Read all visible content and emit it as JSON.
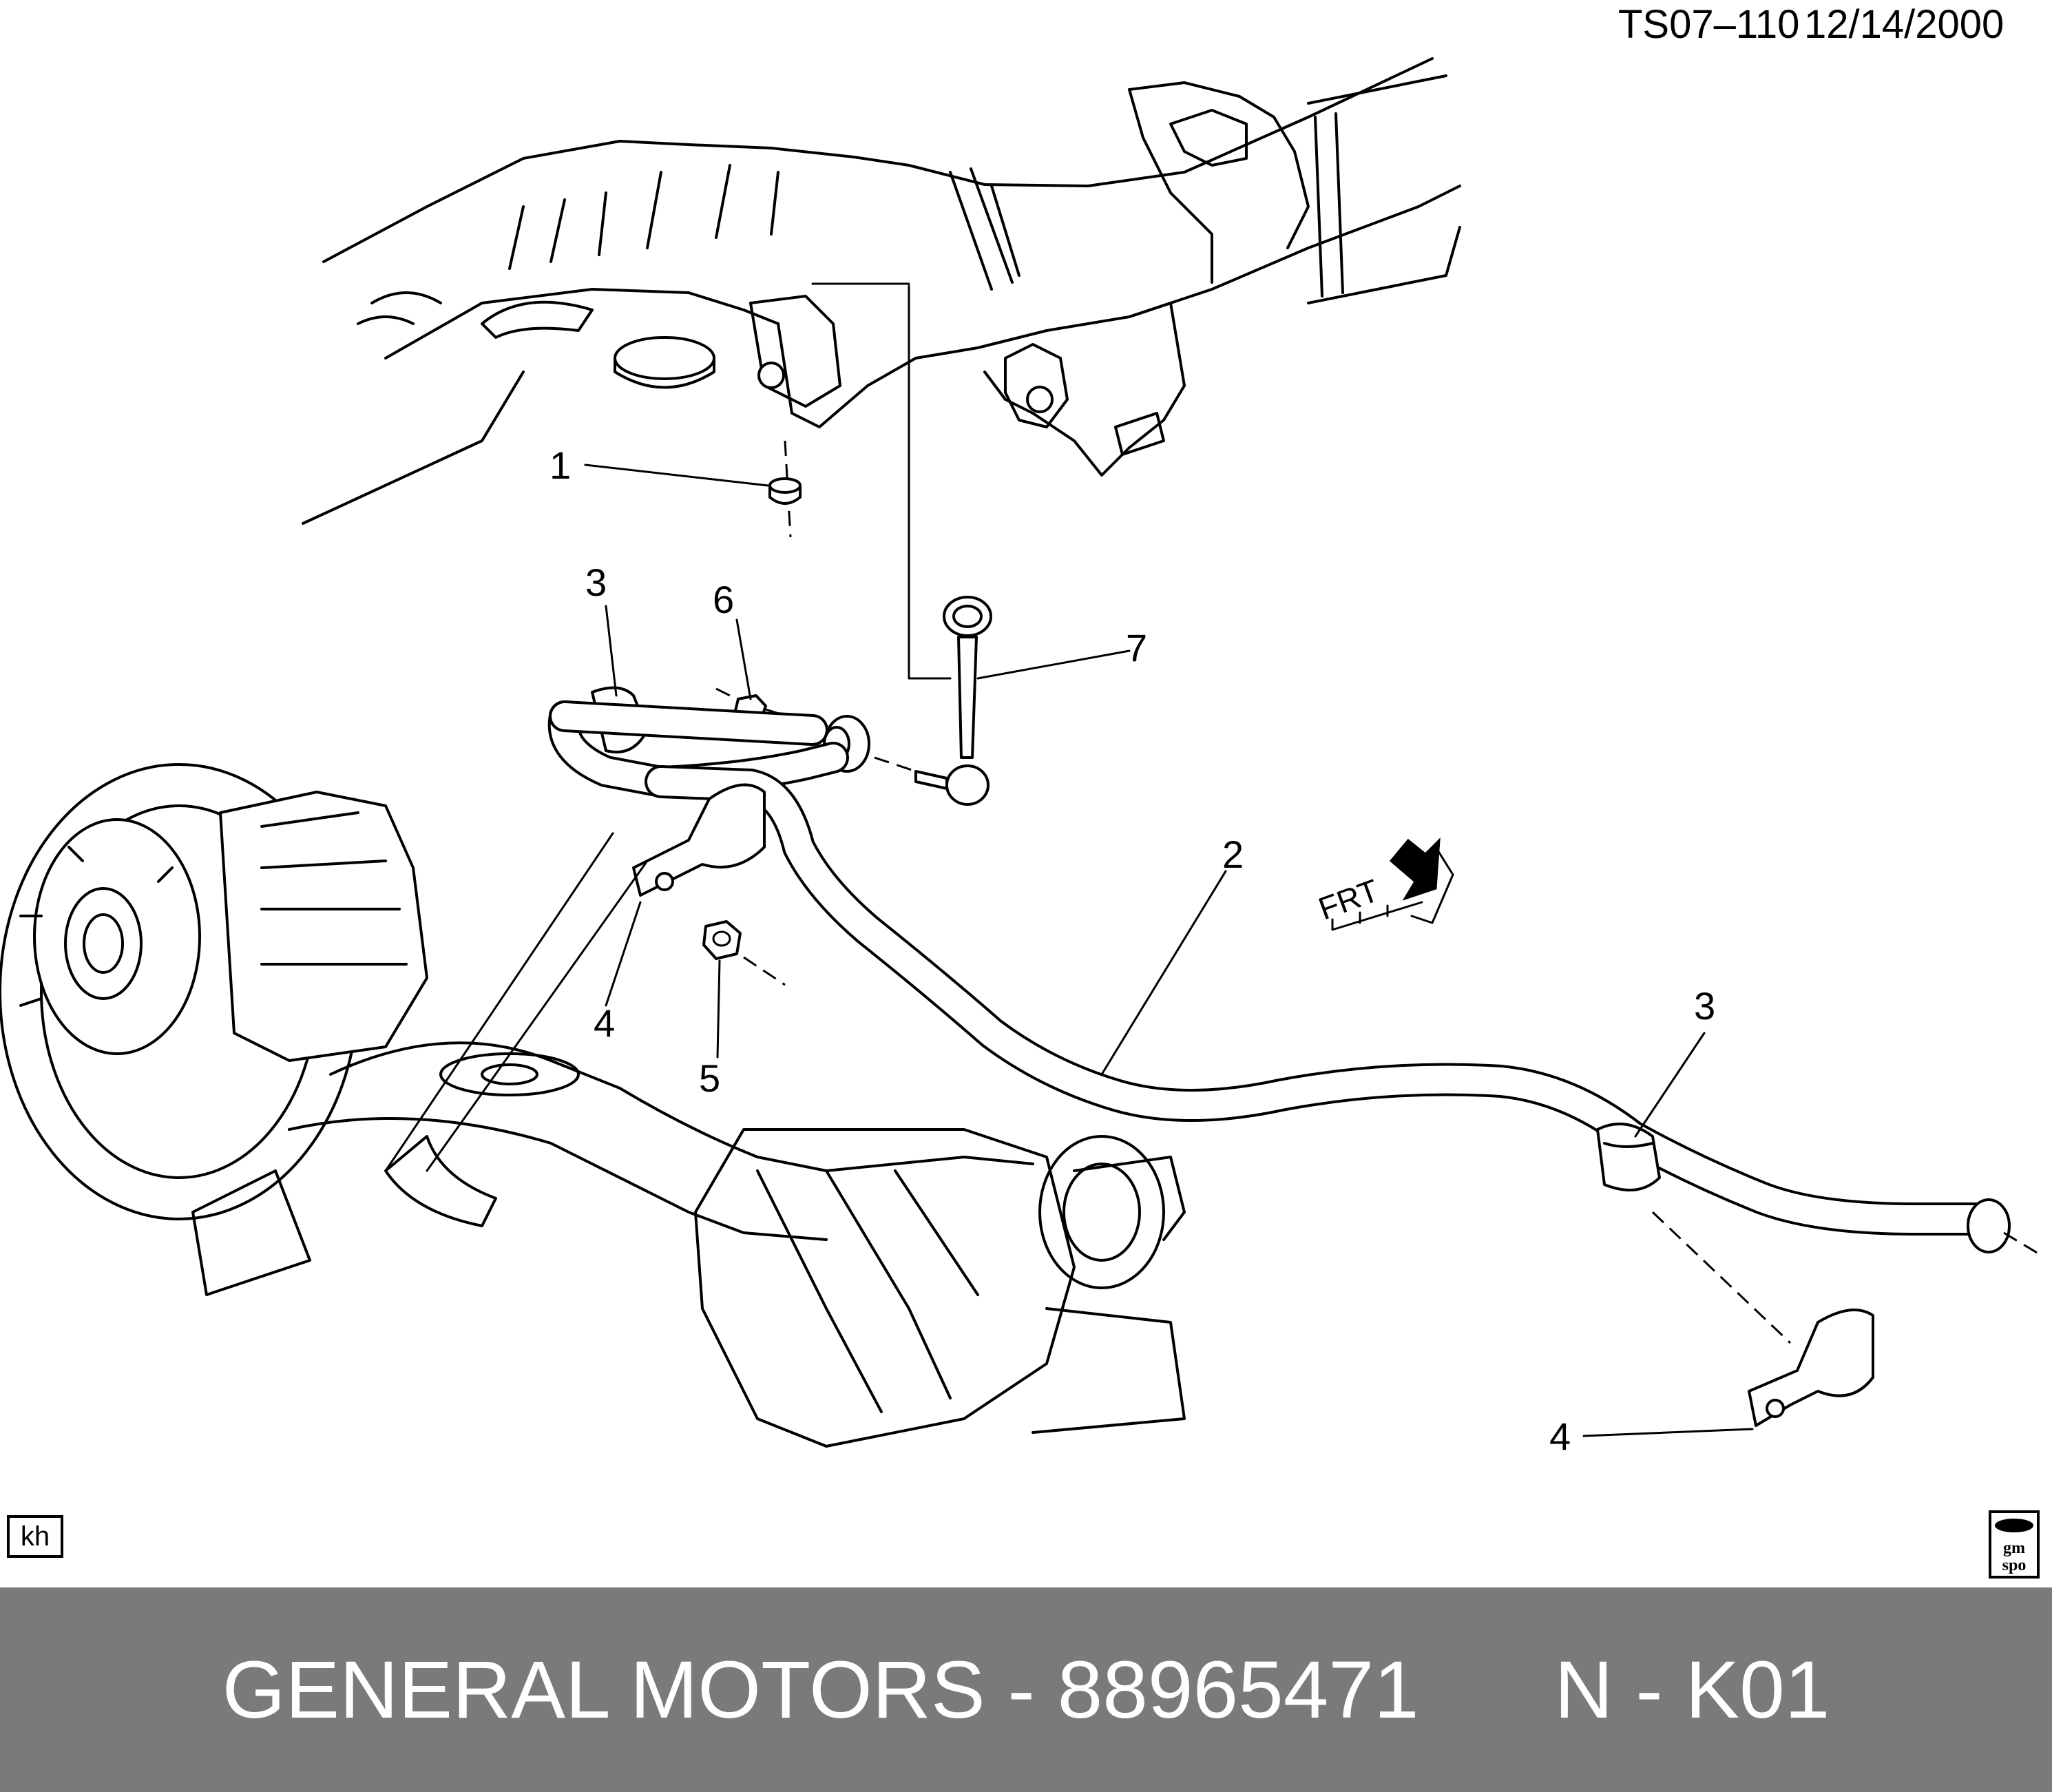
{
  "header": {
    "code": "TS07–110",
    "date": "12/14/2000"
  },
  "callouts": [
    "1",
    "2",
    "3",
    "3",
    "4",
    "4",
    "5",
    "6",
    "7"
  ],
  "front_marker": "FRT",
  "corner_tag": "kh",
  "logo_text": {
    "line1": "gm",
    "line2": "spo"
  },
  "footer": {
    "brand": "GENERAL MOTORS",
    "sep1": " - ",
    "part_number": "88965471",
    "gap": "      ",
    "code": "N - K01"
  },
  "colors": {
    "footer_bg": "#7a7a7a",
    "footer_text": "#ffffff",
    "line": "#000000"
  }
}
